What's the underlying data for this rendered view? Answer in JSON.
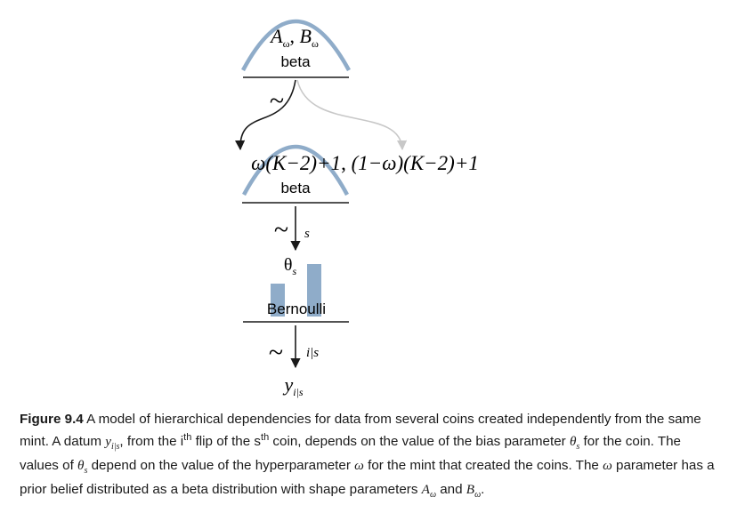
{
  "diagram": {
    "top_node": {
      "params_A": "A",
      "params_sep": ", ",
      "params_B": "B",
      "param_sub": "ω",
      "dist_label": "beta"
    },
    "tilde": "~",
    "middle_node": {
      "param1": "ω(K−2)+1",
      "sep": ", ",
      "param2": "(1−ω)(K−2)+1",
      "dist_label": "beta"
    },
    "arrow_s_label": "s",
    "theta": {
      "symbol": "θ",
      "sub": "s"
    },
    "bottom_node": {
      "dist_label": "Bernoulli"
    },
    "arrow_is_label": "i|s",
    "y": {
      "symbol": "y",
      "sub": "i|s"
    }
  },
  "caption": {
    "figure_label": "Figure 9.4",
    "t1": "  A model of hierarchical dependencies for data from several coins created independently from the same mint. A datum ",
    "y": "y",
    "y_sub": "i|s",
    "t2": ", from the i",
    "th1": "th",
    "t3": " flip of the s",
    "th2": "th",
    "t4": " coin, depends on the value of the bias parameter ",
    "theta": "θ",
    "theta_sub": "s",
    "t5": " for the coin. The values of ",
    "theta2": "θ",
    "theta2_sub": "s",
    "t6": " depend on the value of the hyperparameter ",
    "omega1": "ω",
    "t7": " for the mint that created the coins. The ",
    "omega2": "ω",
    "t8": " parameter has a prior belief distributed as a beta distribution with shape parameters ",
    "A": "A",
    "A_sub": "ω",
    "t9": " and ",
    "B": "B",
    "B_sub": "ω",
    "t10": "."
  },
  "colors": {
    "curve": "#8facc9",
    "arrow": "#1a1a1a",
    "arrow_light": "#c8c8c8"
  }
}
